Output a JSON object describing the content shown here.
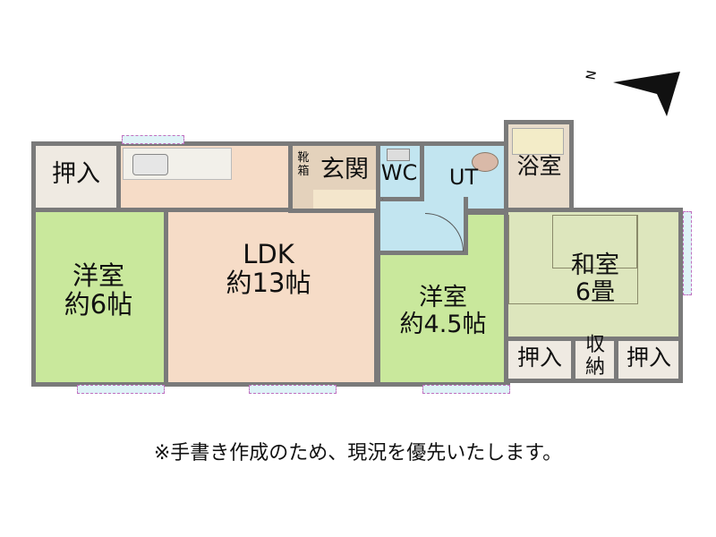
{
  "rooms": {
    "closet_nw": "押入",
    "western_left": "洋室\n約6帖",
    "ldk": "LDK\n約13帖",
    "shoe_box": "靴\n箱",
    "entrance": "玄関",
    "wc": "WC",
    "ut": "UT",
    "bath": "浴室",
    "western_mid": "洋室\n約4.5帖",
    "japanese": "和室\n6畳",
    "closet_se1": "押入",
    "storage": "収\n納",
    "closet_se2": "押入"
  },
  "compass": {
    "label": "N",
    "icon": "north-arrow-icon"
  },
  "note": "※手書き作成のため、現況を優先いたします。",
  "colors": {
    "ldk": "#f6dcc7",
    "western": "#c9e89c",
    "japanese": "#dde6bd",
    "wet": "#c2e5f0",
    "closet": "#efeae2",
    "wall": "#7a7a7a"
  }
}
